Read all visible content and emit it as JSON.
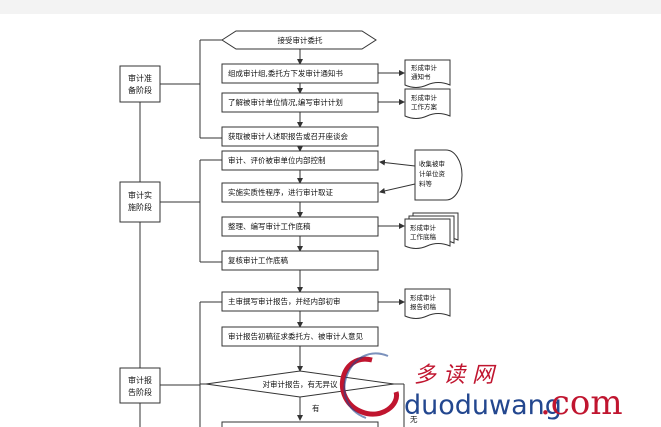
{
  "start_node": "接受审计委托",
  "phases": [
    {
      "label_line1": "审计准",
      "label_line2": "备阶段"
    },
    {
      "label_line1": "审计实",
      "label_line2": "施阶段"
    },
    {
      "label_line1": "审计报",
      "label_line2": "告阶段"
    }
  ],
  "steps": [
    "组成审计组,委托方下发审计通知书",
    "了解被审计单位情况,编写审计计划",
    "获取被审计人述职报告或召开座谈会",
    "审计、评价被审单位内部控制",
    "实施实质性程序，进行审计取证",
    "整理、编写审计工作底稿",
    "复核审计工作底稿",
    "主审撰写审计报告，并经内部初审",
    "审计报告初稿征求委托方、被审计人意见"
  ],
  "decision": "对审计报告，有无异议",
  "decision_yes": "有",
  "decision_no": "无",
  "docs": [
    {
      "line1": "形成审计",
      "line2": "通知书"
    },
    {
      "line1": "形成审计",
      "line2": "工作方案"
    },
    {
      "line1": "形成审计",
      "line2": "工作底稿"
    },
    {
      "line1": "形成审计",
      "line2": "报告初稿"
    }
  ],
  "collect_note": {
    "line1": "收集被审",
    "line2": "计单位资",
    "line3": "料等"
  },
  "watermark": {
    "chinese": "多  读  网",
    "latin": "duoduwang",
    "suffix": ".com"
  },
  "colors": {
    "line": "#333333",
    "watermark_red": "#c0152f",
    "watermark_blue": "#23478f"
  }
}
